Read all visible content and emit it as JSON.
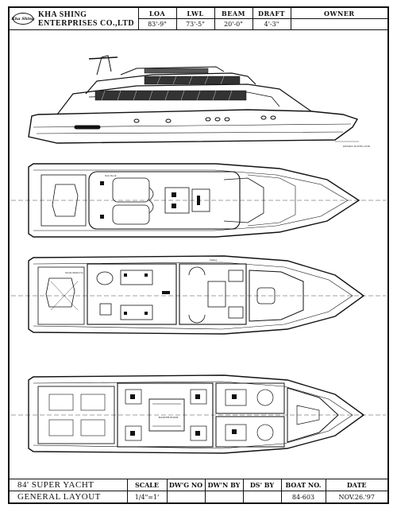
{
  "header": {
    "logo_text": "Kha Shing",
    "company_line1": "KHA SHING",
    "company_line2": "ENTERPRISES CO.,LTD",
    "columns": [
      {
        "label": "LOA",
        "value": "83'-9\""
      },
      {
        "label": "LWL",
        "value": "73'-5\""
      },
      {
        "label": "BEAM",
        "value": "20'-0\""
      },
      {
        "label": "DRAFT",
        "value": "4'-3\""
      },
      {
        "label": "OWNER",
        "value": ""
      }
    ]
  },
  "drawing": {
    "plan_labels": {
      "profile_note": "DESIGN NOTES LINE",
      "upper_deck": "Sun Deck",
      "main_deck_aft": "Swim Platform",
      "main_deck_fwd": "Galley",
      "lower_deck": "MASTER ROOM"
    }
  },
  "footer": {
    "title_line1": "84'  SUPER YACHT",
    "title_line2": "GENERAL LAYOUT",
    "fields": [
      {
        "label": "SCALE",
        "value": "1/4\"=1'"
      },
      {
        "label": "DW'G NO",
        "value": ""
      },
      {
        "label": "DW'N BY",
        "value": ""
      },
      {
        "label": "DS' BY",
        "value": ""
      },
      {
        "label": "BOAT NO.",
        "value": "84-603"
      },
      {
        "label": "DATE",
        "value": "NOV.26.'97"
      }
    ]
  }
}
